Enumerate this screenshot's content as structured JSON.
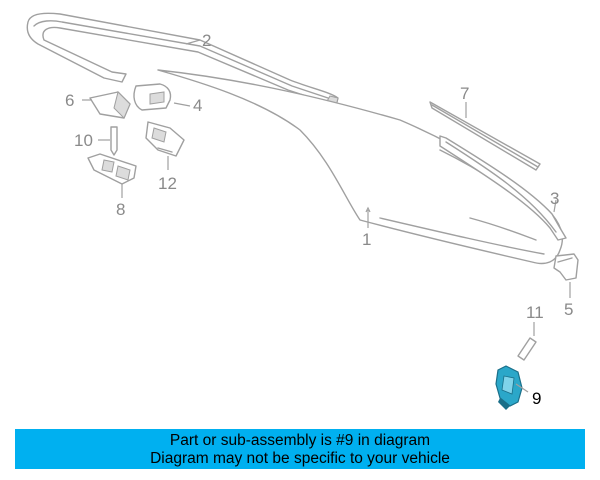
{
  "callouts": {
    "c1": "1",
    "c2": "2",
    "c3": "3",
    "c4": "4",
    "c5": "5",
    "c6": "6",
    "c7": "7",
    "c8": "8",
    "c9": "9",
    "c10": "10",
    "c11": "11",
    "c12": "12"
  },
  "highlight_part": "9",
  "colors": {
    "banner": "#00b0f0",
    "highlight": "#2ba7c9",
    "linework": "#a0a0a0"
  },
  "banner": {
    "line1": "Part or sub-assembly is #9 in diagram",
    "line2": "Diagram may not be specific to your vehicle"
  }
}
